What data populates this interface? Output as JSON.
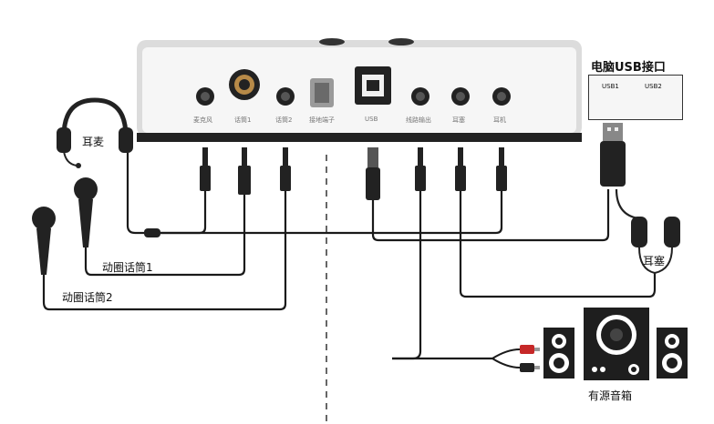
{
  "device": {
    "ports": [
      {
        "label": "麦克风",
        "icon": "jack-port-icon"
      },
      {
        "label": "话筒1",
        "icon": "large-jack-port-icon"
      },
      {
        "label": "话筒2",
        "icon": "jack-port-icon"
      },
      {
        "label": "接地端子",
        "icon": "ground-terminal-icon"
      },
      {
        "label": "USB",
        "icon": "usb-b-port-icon"
      },
      {
        "label": "线路输出",
        "icon": "jack-port-icon"
      },
      {
        "label": "耳塞",
        "icon": "jack-port-icon"
      },
      {
        "label": "耳机",
        "icon": "jack-port-icon"
      }
    ]
  },
  "labels": {
    "headset": "耳麦",
    "mic1": "动圈话筒1",
    "mic2": "动圈话筒2",
    "earbuds": "耳塞",
    "speakers": "有源音箱",
    "pc_usb_title": "电脑USB接口",
    "usb1": "USB1",
    "usb2": "USB2"
  },
  "colors": {
    "cable": "#1a1a1a",
    "device_body": "#f4f4f4",
    "device_frame": "#dcdcdc"
  }
}
